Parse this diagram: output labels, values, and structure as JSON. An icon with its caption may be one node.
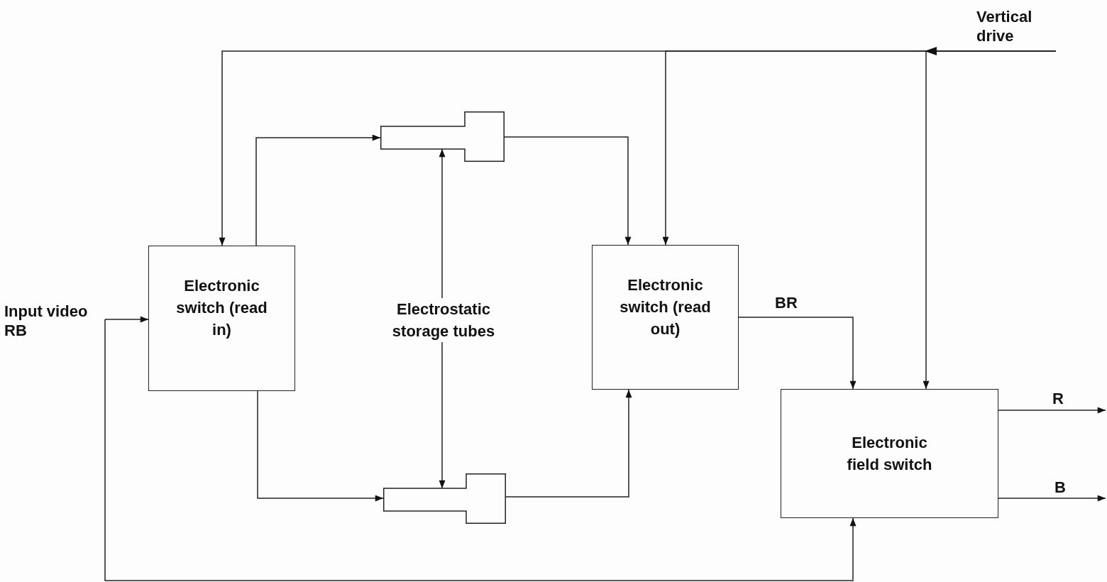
{
  "diagram": {
    "nodes": [
      {
        "text": [
          "Electronic switch (read in)"
        ]
      },
      {
        "text": [],
        "shape": "tube"
      },
      {
        "text": [],
        "shape": "tube"
      },
      {
        "text": [
          "Electrostatic storage tubes"
        ]
      },
      {
        "text": [
          "Electronic switch (read out)"
        ]
      },
      {
        "text": [
          "Electronic field switch"
        ]
      },
      {
        "text": [
          "Input video",
          "RB"
        ]
      },
      {
        "text": [
          "Vertical drive"
        ]
      }
    ],
    "edges": [
      {
        "from": 6,
        "to": 0,
        "arrow": "to"
      },
      {
        "from": 6,
        "to": 5,
        "arrow": "to"
      },
      {
        "from": 7,
        "to": 0,
        "arrow": "to"
      },
      {
        "from": 7,
        "to": 4,
        "arrow": "to"
      },
      {
        "from": 7,
        "to": 5,
        "arrow": "to"
      },
      {
        "from": 0,
        "to": 1,
        "arrow": "to"
      },
      {
        "from": 0,
        "to": 2,
        "arrow": "to"
      },
      {
        "from": 3,
        "to": 1,
        "arrow": "to"
      },
      {
        "from": 3,
        "to": 2,
        "arrow": "to"
      },
      {
        "from": 1,
        "to": 4,
        "arrow": "to"
      },
      {
        "from": 2,
        "to": 4,
        "arrow": "to"
      },
      {
        "from": 4,
        "to": 5,
        "label": "BR",
        "arrow": "to"
      },
      {
        "from": 5,
        "to": null,
        "label": "R",
        "arrow": "to"
      },
      {
        "from": 5,
        "to": null,
        "label": "B",
        "arrow": "to"
      }
    ]
  }
}
